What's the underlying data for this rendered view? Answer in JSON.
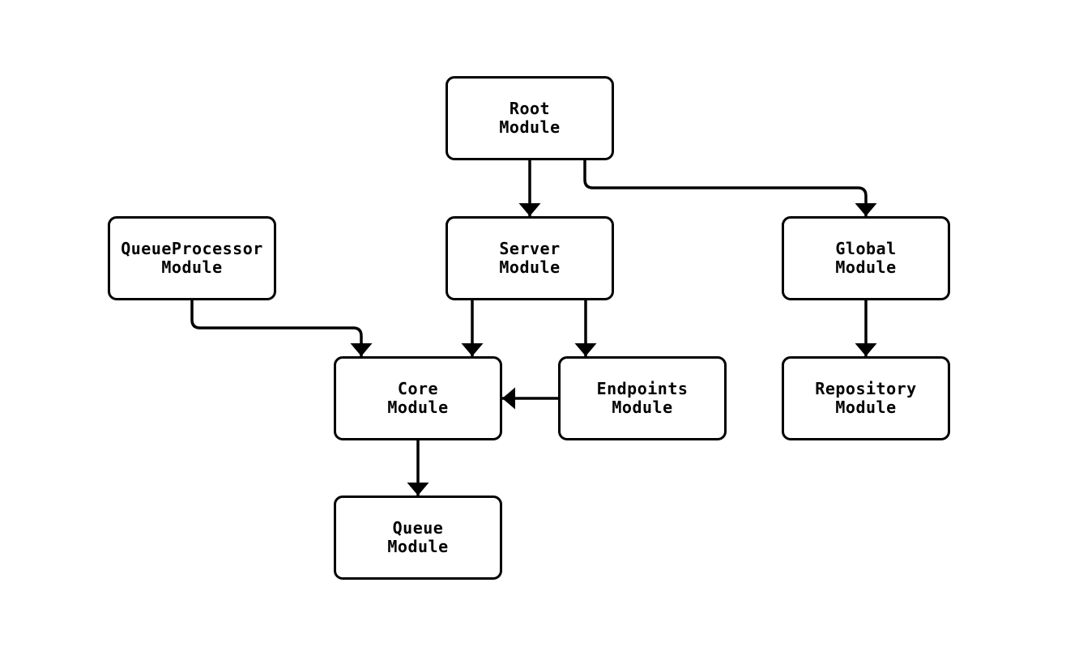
{
  "diagram": {
    "type": "flowchart",
    "direction": "top-down",
    "colors": {
      "background": "#ffffff",
      "node_fill": "#ffffff",
      "node_border": "#000000",
      "edge_stroke": "#000000",
      "text": "#000000"
    },
    "nodes": {
      "root": {
        "label": "Root\nModule"
      },
      "queueprocessor": {
        "label": "QueueProcessor\nModule"
      },
      "server": {
        "label": "Server\nModule"
      },
      "global": {
        "label": "Global\nModule"
      },
      "core": {
        "label": "Core\nModule"
      },
      "endpoints": {
        "label": "Endpoints\nModule"
      },
      "repository": {
        "label": "Repository\nModule"
      },
      "queue": {
        "label": "Queue\nModule"
      }
    },
    "edges": [
      {
        "from": "root",
        "to": "server"
      },
      {
        "from": "root",
        "to": "global"
      },
      {
        "from": "queueprocessor",
        "to": "core"
      },
      {
        "from": "server",
        "to": "core"
      },
      {
        "from": "server",
        "to": "endpoints"
      },
      {
        "from": "endpoints",
        "to": "core"
      },
      {
        "from": "global",
        "to": "repository"
      },
      {
        "from": "core",
        "to": "queue"
      }
    ]
  }
}
